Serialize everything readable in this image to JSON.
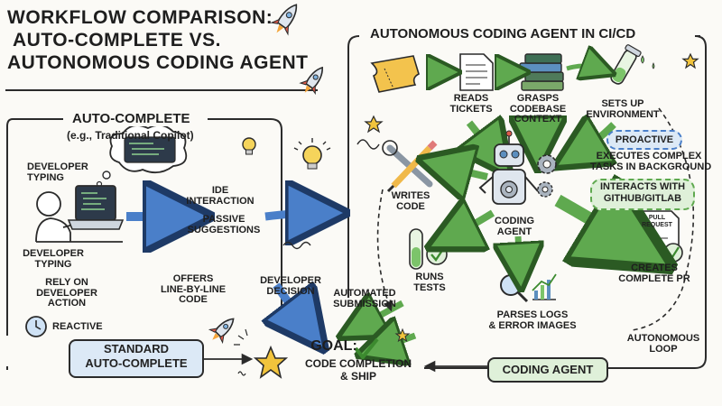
{
  "title": {
    "line1": "WORKFLOW COMPARISON:",
    "line2": "AUTO-COMPLETE vs.",
    "line3": "AUTONOMOUS CODING AGENT"
  },
  "left": {
    "heading": "AUTO-COMPLETE",
    "subheading": "(e.g., Traditional Copilot)",
    "developer_typing_top": "DEVELOPER\nTYPING",
    "developer_typing_bottom": "DEVELOPER\nTYPING",
    "ide_interaction": "IDE\nINTERACTION",
    "passive_suggestions": "PASSIVE\nSUGGESTIONS",
    "rely_on_developer": "RELY ON\nDEVELOPER\nACTION",
    "offers_line": "OFFERS\nLINE-BY-LINE\nCODE",
    "developer_decision": "DEVELOPER\nDECISION",
    "reactive": "REACTIVE",
    "standard_badge": "STANDARD\nAUTO-COMPLETE"
  },
  "right": {
    "heading": "AUTONOMOUS CODING AGENT IN CI/CD",
    "reads_tickets": "READS\nTICKETS",
    "grasps_codebase": "GRASPS\nCODEBASE\nCONTEXT",
    "sets_up_env": "SETS UP\nENVIRONMENT",
    "proactive": "PROACTIVE",
    "executes_complex": "EXECUTES COMPLEX\nTASKS IN BACKGROUND",
    "interacts_github": "INTERACTS WITH\nGITHUB/GITLAB",
    "writes_code": "WRITES\nCODE",
    "coding_agent": "CODING\nAGENT",
    "runs_tests": "RUNS\nTESTS",
    "creates_pr": "CREATES\nCOMPLETE PR",
    "pull_request_doc": "PULL\nREQUEST",
    "parses_logs": "PARSES LOGS\n& ERROR IMAGES",
    "automated_submission": "AUTOMATED\nSUBMISSION",
    "autonomous_loop": "AUTONOMOUS\nLOOP",
    "coding_agent_badge": "CODING AGENT"
  },
  "goal": {
    "label": "GOAL:",
    "text": "CODE COMPLETION\n& SHIP"
  },
  "colors": {
    "blue_arrow": "#4a7fc9",
    "green_arrow": "#5fa94f",
    "badge_blue": "#dce9f6",
    "badge_green": "#dff0d9",
    "star": "#f2c43c",
    "outline": "#2b2b2b"
  },
  "icons": [
    "rocket-icon",
    "lightbulb-icon",
    "laptop-icon",
    "thought-bubble-icon",
    "clock-icon",
    "ticket-icon",
    "document-icon",
    "books-icon",
    "flask-icon",
    "wrench-pencil-icon",
    "robot-icon",
    "gear-icon",
    "test-tube-icon",
    "magnifier-icon",
    "bar-chart-icon",
    "pull-request-icon",
    "star-icon"
  ]
}
